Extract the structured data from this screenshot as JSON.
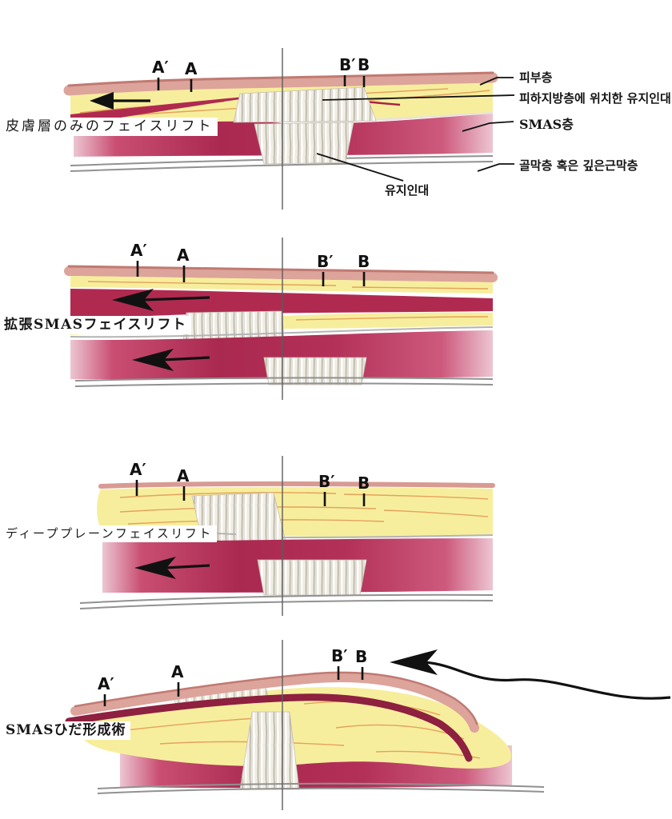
{
  "figure": {
    "panels": [
      {
        "title": "皮膚層のみのフェイスリフト"
      },
      {
        "title": "拡張SMASフェイスリフト"
      },
      {
        "title": "ディーププレーンフェイスリフト"
      },
      {
        "title": "SMASひだ形成術"
      }
    ],
    "markers": {
      "a_prime": "A′",
      "a": "A",
      "b_prime": "B′",
      "b": "B"
    },
    "layer_labels": [
      "피부층",
      "피하지방층에 위치한 유지인대",
      "SMAS층",
      "골막층 혹은 깊은근막층"
    ],
    "ligament_label": "유지인대",
    "colors": {
      "skin": "#DCA49B",
      "fat": "#F7EE9D",
      "muscle": "#B02A50",
      "smas_fold": "#8E2040",
      "bone_line": "#919191"
    }
  }
}
